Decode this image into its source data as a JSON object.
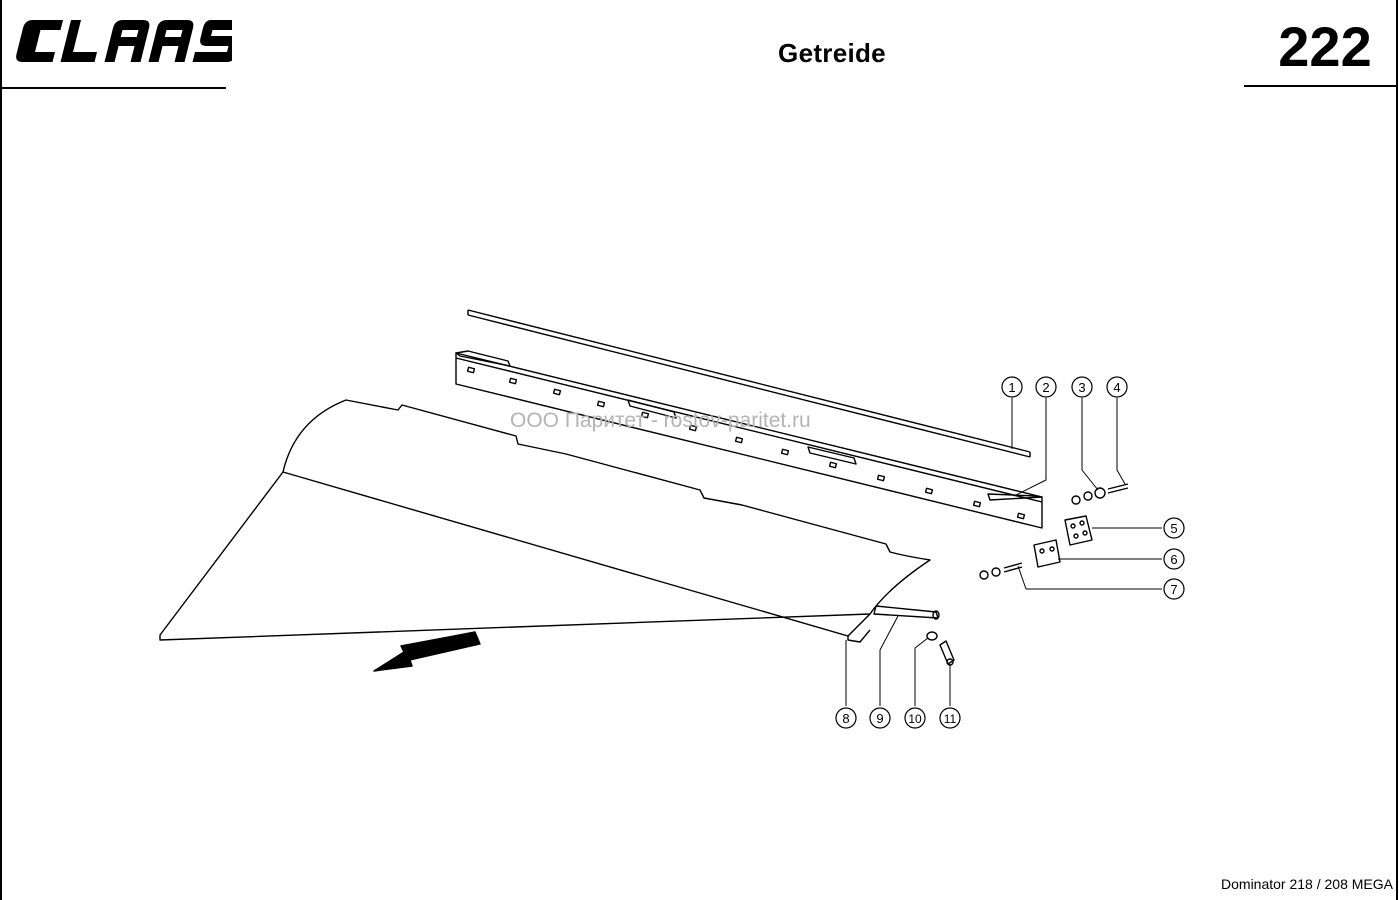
{
  "header": {
    "brand": "CLAAS",
    "title": "Getreide",
    "page_number": "222"
  },
  "watermark": "ООО Паритет - rostov-paritet.ru",
  "footer": {
    "model": "Dominator 218 / 208 MEGA"
  },
  "callouts": [
    "1",
    "2",
    "3",
    "4",
    "5",
    "6",
    "7",
    "8",
    "9",
    "10",
    "11"
  ]
}
